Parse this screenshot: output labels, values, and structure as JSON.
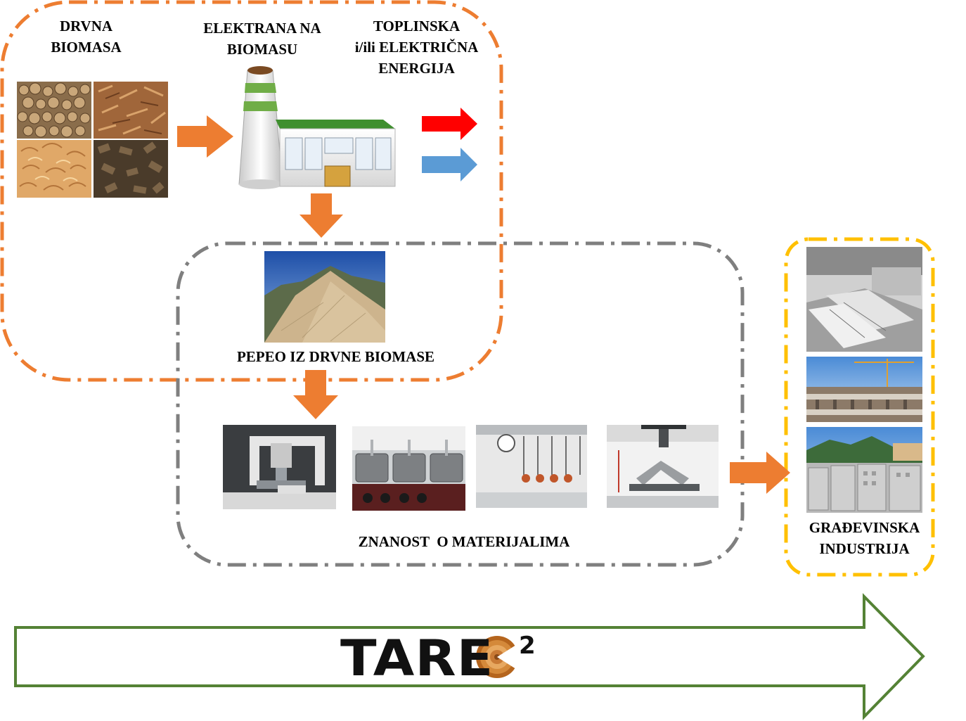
{
  "title": "TAREC",
  "title_sup": "2",
  "labels": {
    "biomass": [
      "DRVNA",
      "BIOMASA"
    ],
    "plant": [
      "ELEKTRANA NA",
      "BIOMASU"
    ],
    "energy": [
      "TOPLINSKA",
      "i/ili ELEKTRIČNA",
      "ENERGIJA"
    ],
    "ash": "PEPEO IZ DRVNE BIOMASE",
    "materials": "ZNANOST  O MATERIJALIMA",
    "construction": [
      "GRAĐEVINSKA",
      "INDUSTRIJA"
    ]
  },
  "colors": {
    "orange_frame": "#ed7d31",
    "gray_frame": "#7f7f7f",
    "yellow_frame": "#ffc000",
    "flow_arrow": "#ed7d31",
    "heat_arrow": "#ff0000",
    "electric_arrow": "#5b9bd5",
    "timeline_arrow": "#548235"
  }
}
